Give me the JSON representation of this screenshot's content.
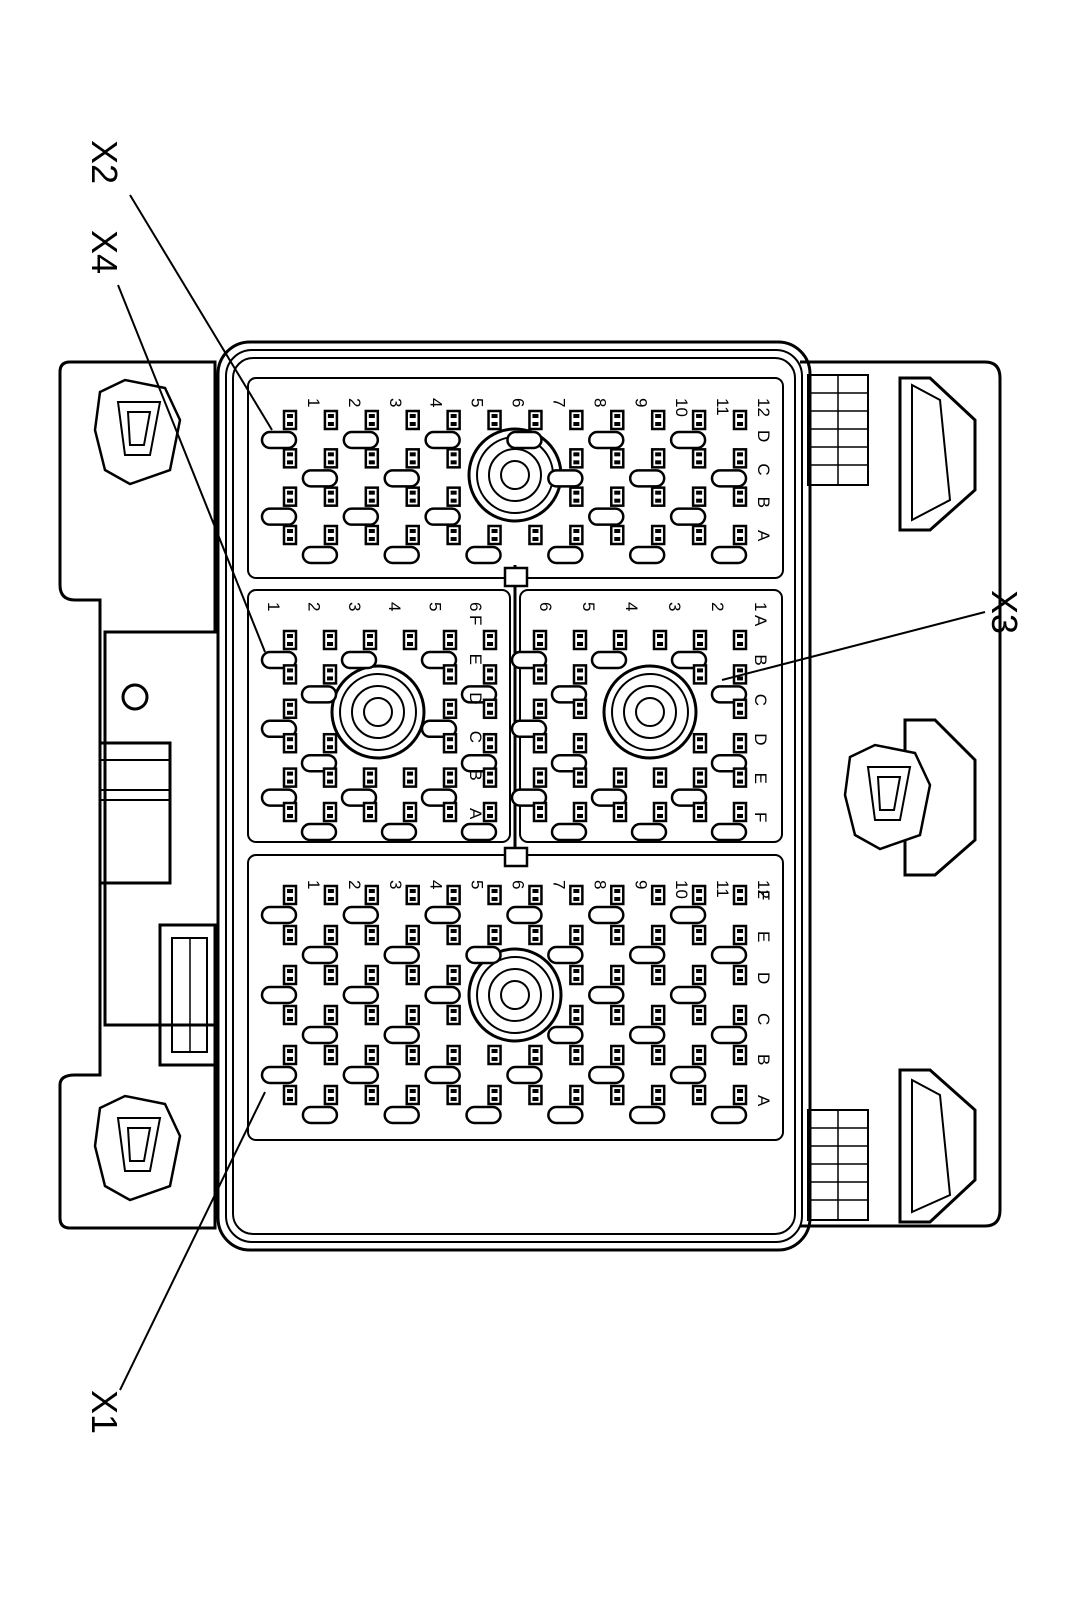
{
  "callouts": {
    "x1": "X1",
    "x2": "X2",
    "x3": "X3",
    "x4": "X4"
  },
  "x2_labels": {
    "numbers": [
      "1",
      "2",
      "3",
      "4",
      "5",
      "6",
      "7",
      "8",
      "9",
      "10",
      "11",
      "12"
    ],
    "letters": [
      "D",
      "C",
      "B",
      "A"
    ]
  },
  "x4_labels": {
    "numbers": [
      "1",
      "2",
      "3",
      "4",
      "5",
      "6"
    ],
    "letters": [
      "F",
      "E",
      "D",
      "C",
      "B",
      "A"
    ]
  },
  "x3_labels": {
    "numbers": [
      "6",
      "5",
      "4",
      "3",
      "2",
      "1"
    ],
    "letters": [
      "A",
      "B",
      "C",
      "D",
      "E",
      "F"
    ]
  },
  "x1_labels": {
    "numbers": [
      "1",
      "2",
      "3",
      "4",
      "5",
      "6",
      "7",
      "8",
      "9",
      "10",
      "11",
      "12"
    ],
    "letters": [
      "F",
      "E",
      "D",
      "C",
      "B",
      "A"
    ]
  }
}
